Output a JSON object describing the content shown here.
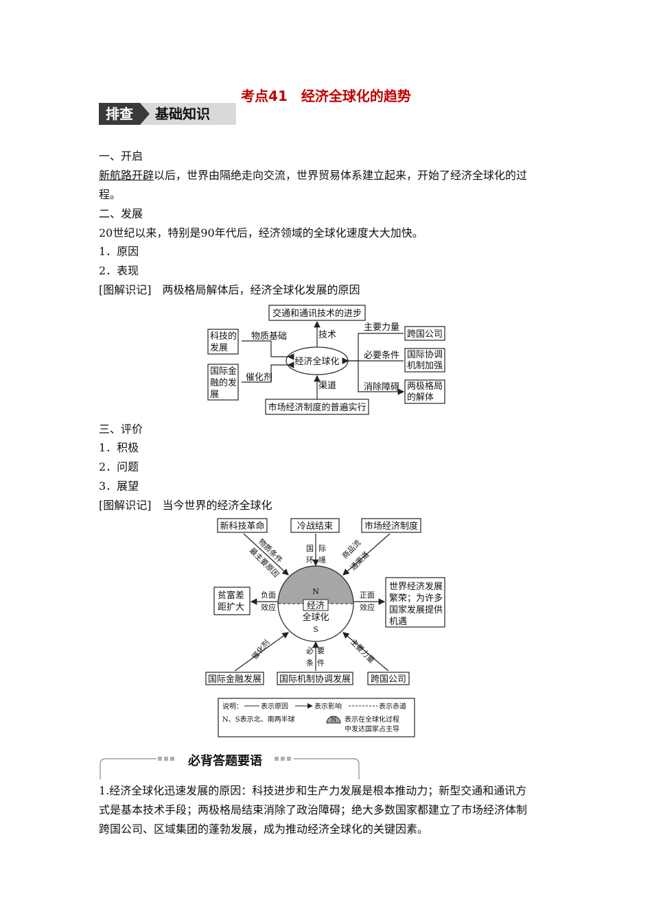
{
  "title": "考点41　经济全球化的趋势",
  "banner": {
    "tag": "排查",
    "label": "基础知识"
  },
  "sections": {
    "s1_heading": "一、开启",
    "s1_underlined": "新航路开辟",
    "s1_text_a": "以后，世界由隔绝走向交流，世界贸易体系建立起来，开始了经济全球化的过",
    "s1_text_b": "程。",
    "s2_heading": "二、发展",
    "s2_text": "20世纪以来，特别是90年代后，经济领域的全球化速度大大加快。",
    "s2_item1": "1．原因",
    "s2_item2": "2．表现",
    "s2_diagram_caption": "[图解识记]　两极格局解体后，经济全球化发展的原因",
    "s3_heading": "三、评价",
    "s3_item1": "1．积极",
    "s3_item2": "2．问题",
    "s3_item3": "3．展望",
    "s3_diagram_caption": "[图解识记]　当今世界的经济全球化"
  },
  "diagram1": {
    "top_box": "交通和通讯技术的进步",
    "center": "经济全球化",
    "bottom_box": "市场经济制度的普遍实行",
    "label_top": "技术",
    "label_bottom": "渠道",
    "left_top_box": [
      "科技的",
      "发展"
    ],
    "left_top_label": "物质基础",
    "left_bottom_box": [
      "国际金",
      "融的发",
      "展"
    ],
    "left_bottom_label": "催化剂",
    "right_labels": [
      "主要力量",
      "必要条件",
      "消除障碍"
    ],
    "right_boxes": [
      [
        "跨国公司"
      ],
      [
        "国际协调",
        "机制加强"
      ],
      [
        "两极格局",
        "的解体"
      ]
    ]
  },
  "diagram2": {
    "top_boxes": [
      "新科技革命",
      "冷战结束",
      "市场经济制度"
    ],
    "label_tl": [
      "物质条件",
      "最主要原因"
    ],
    "label_top": [
      "国",
      "环",
      "际",
      "境"
    ],
    "label_tr": [
      "商品流",
      "通渠道"
    ],
    "left_box": [
      "贫富差",
      "距扩大"
    ],
    "left_label": [
      "负面",
      "效应"
    ],
    "right_box": [
      "世界经济发展",
      "繁荣；为许多",
      "国家发展提供",
      "机遇"
    ],
    "right_label": [
      "正面",
      "效应"
    ],
    "circle_n": "N",
    "circle_text1": "经济",
    "circle_text2": "全球化",
    "circle_s": "S",
    "label_bl": "催化剂",
    "label_bottom": [
      "必",
      "条",
      "要",
      "件"
    ],
    "label_br": "主要力量",
    "bottom_boxes": [
      "国际金融发展",
      "国际机制协调发展",
      "跨国公司"
    ],
    "legend_line1": [
      "说明：",
      "表示原因",
      "表示影响",
      "表示赤道"
    ],
    "legend_line2": "N、S表示北、南两半球",
    "legend_n": "N",
    "legend_line3": "表示在全球化过程",
    "legend_line4": "中发达国家占主导"
  },
  "must": {
    "title": "必背答题要语",
    "line1": "1.经济全球化迅速发展的原因：科技进步和生产力发展是根本推动力；新型交通和通讯方",
    "line2": "式是基本技术手段；两极格局结束消除了政治障碍；绝大多数国家都建立了市场经济体制",
    "line3": "跨国公司、区域集团的蓬勃发展，成为推动经济全球化的关键因素。"
  }
}
